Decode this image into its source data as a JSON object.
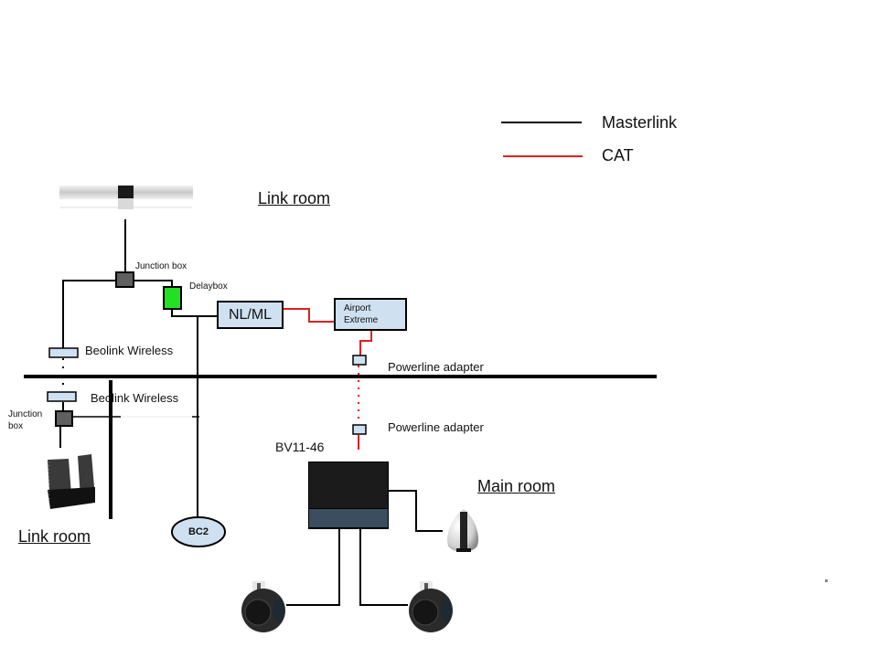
{
  "legend": {
    "items": [
      {
        "label": "Masterlink",
        "color": "#000000"
      },
      {
        "label": "CAT",
        "color": "#e02020"
      }
    ]
  },
  "rooms": {
    "link_room_top": "Link room",
    "link_room_bottom": "Link room",
    "main_room": "Main room"
  },
  "devices": {
    "junction_box_top": "Junction box",
    "delaybox": "Delaybox",
    "nl_ml": "NL/ML",
    "airport_extreme_line1": "Airport",
    "airport_extreme_line2": "Extreme",
    "beolink_wireless_top": "Beolink Wireless",
    "beolink_wireless_bottom": "Beolink Wireless",
    "junction_box_bottom_line1": "Junction",
    "junction_box_bottom_line2": "box",
    "powerline_adapter_top": "Powerline adapter",
    "powerline_adapter_bottom": "Powerline adapter",
    "bc2": "BC2",
    "tv": "BV11-46"
  },
  "colors": {
    "masterlink": "#000000",
    "cat": "#e02020",
    "device_fill": "#cfe0f1",
    "junction_fill": "#5f5f5f",
    "delaybox_fill": "#22e022"
  }
}
